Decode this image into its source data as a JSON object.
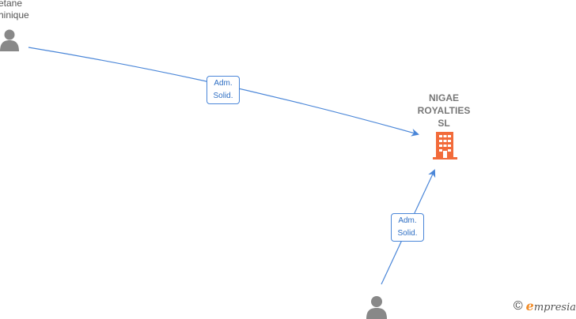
{
  "persons": [
    {
      "name_lines": [
        "etane",
        "hinique"
      ]
    },
    {
      "name_lines": []
    }
  ],
  "company": {
    "name_lines": [
      "NIGAE",
      "ROYALTIES",
      "SL"
    ]
  },
  "relations": [
    {
      "role_lines": [
        "Adm.",
        "Solid."
      ]
    },
    {
      "role_lines": [
        "Adm.",
        "Solid."
      ]
    }
  ],
  "brand": {
    "copyright": "©",
    "initial": "e",
    "rest": "mpresia"
  },
  "colors": {
    "link": "#4a86d8",
    "person": "#888888",
    "company": "#f26b3a"
  }
}
